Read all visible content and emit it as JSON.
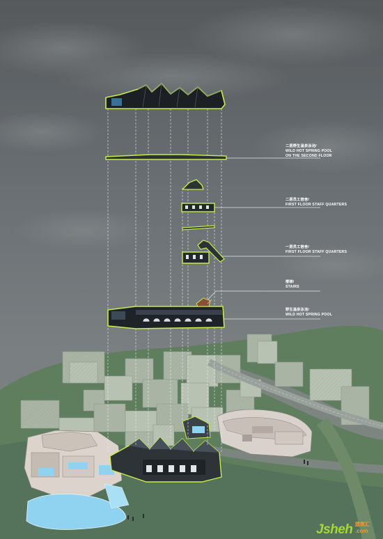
{
  "annotations": [
    {
      "id": "second-floor-pool",
      "lines": [
        "二层野生温泉泳池/",
        "WILD HOT SPRING POOL",
        "ON THE SECOND FLOOR"
      ]
    },
    {
      "id": "second-floor-staff",
      "lines": [
        "二层员工宿舍/",
        "FIRST FLOOR STAFF QUARTERS"
      ]
    },
    {
      "id": "first-floor-staff",
      "lines": [
        "一层员工宿舍/",
        "FIRST FLOOR STAFF QUARTERS"
      ]
    },
    {
      "id": "stairs",
      "lines": [
        "楼梯/",
        "STAIRS"
      ]
    },
    {
      "id": "wild-pool",
      "lines": [
        "野生温泉泳池/",
        "WILD HOT SPRING POOL"
      ]
    }
  ],
  "watermark": {
    "main": "Jsheh",
    "sub_top": "建筑汇",
    "sub_bottom": ".com"
  },
  "colors": {
    "sky_top": "#55595c",
    "sky_mid": "#6d7276",
    "outline_green": "#c6ef4a",
    "ground_green": "#5f7e5e",
    "block_grey": "#a8b3a4",
    "pool_blue": "#8fd3f0"
  }
}
